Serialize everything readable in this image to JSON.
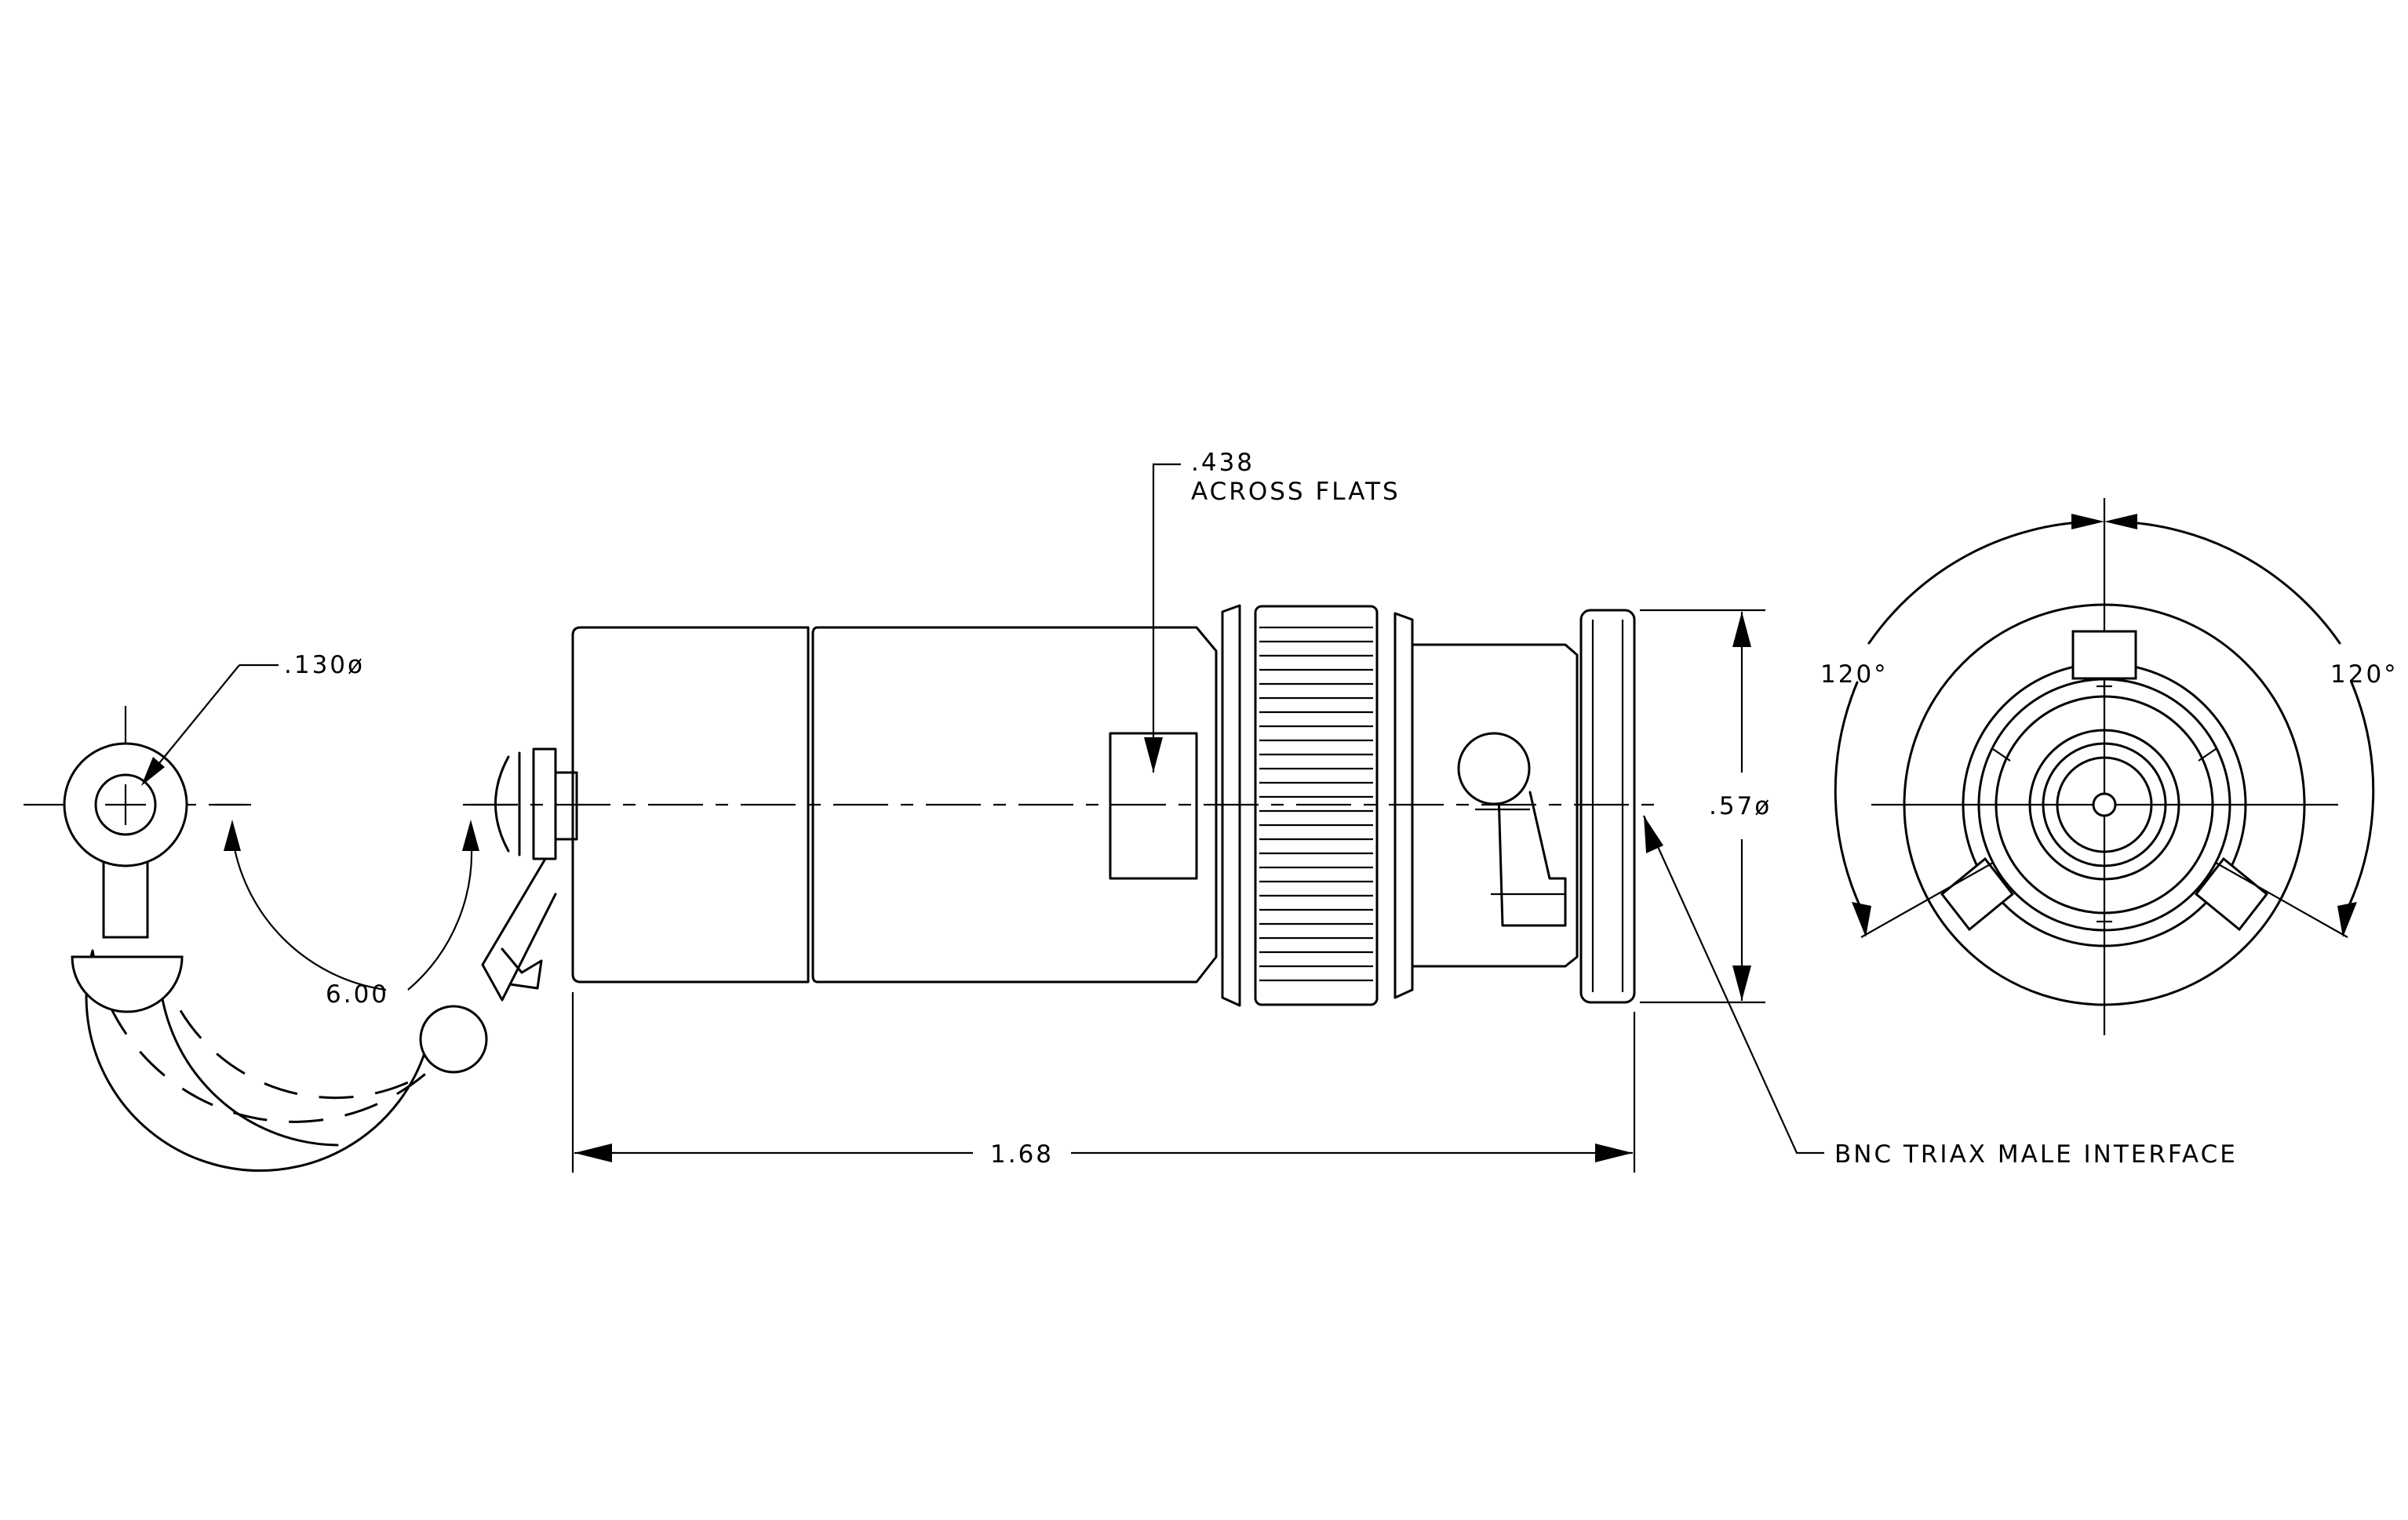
{
  "dimensions": {
    "hole_dia": ".130ø",
    "chain_length": "6.00",
    "hex_size": ".438",
    "hex_note": "ACROSS FLATS",
    "body_dia": ".57ø",
    "overall_length": "1.68",
    "angle_left": "120°",
    "angle_right": "120°",
    "interface_note": "BNC TRIAX MALE INTERFACE"
  }
}
